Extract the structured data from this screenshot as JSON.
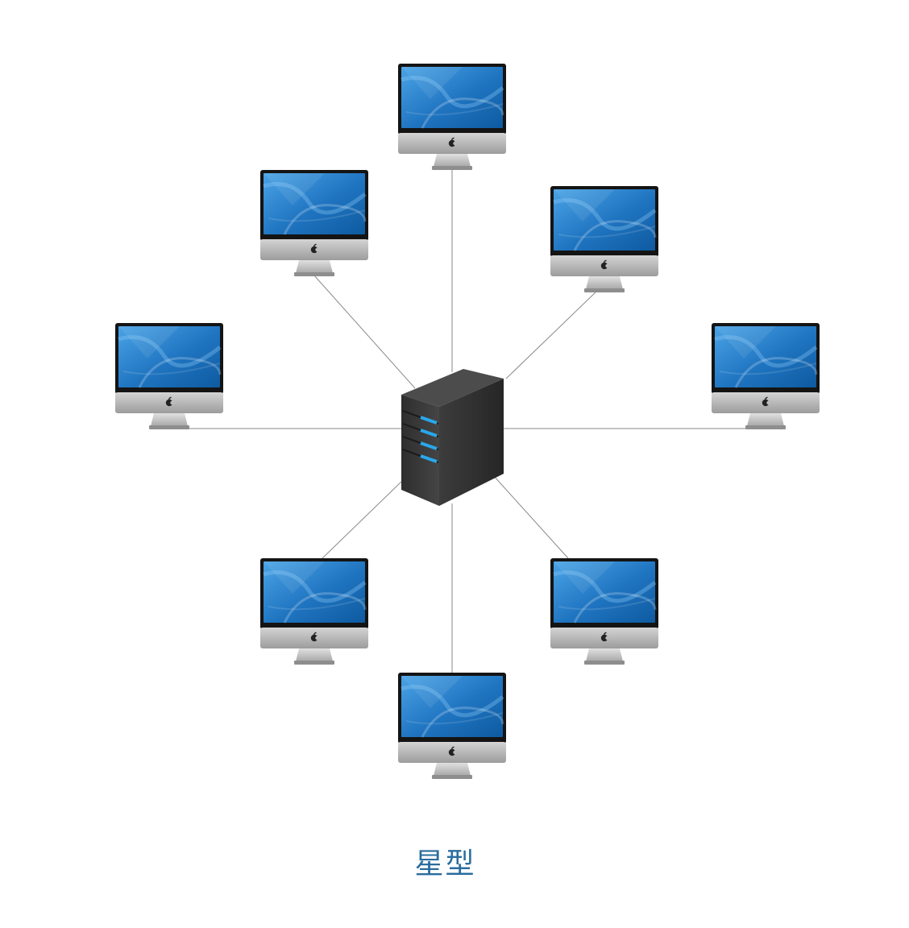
{
  "caption": "星型",
  "colors": {
    "caption": "#2a6d9e",
    "link": "#8a8a8a",
    "screen_dark": "#0e5aa0",
    "screen_light": "#4aa3e6",
    "bezel": "#1a1a1a",
    "chin": "#b3b3b3",
    "server_front": "#3a3a3a",
    "server_side": "#2a2a2a",
    "server_top": "#505050",
    "drive_light": "#2aa7ea"
  },
  "icons": {
    "hub": "server-tower-icon",
    "node": "imac-computer-icon",
    "logo": "apple-logo-icon"
  },
  "topology": "star",
  "node_count": 8
}
